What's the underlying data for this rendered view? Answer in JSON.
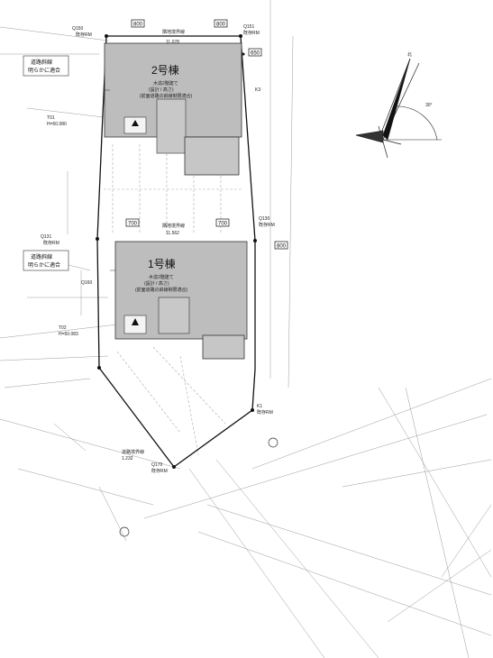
{
  "buildings": [
    {
      "name": "2号棟",
      "lines": [
        "木造2階建て",
        "(設計 / 高さ)",
        "(前面道路の斜線制限適合)"
      ]
    },
    {
      "name": "1号棟",
      "lines": [
        "木造2階建て",
        "(設計 / 高さ)",
        "(前面道路の斜線制限適合)"
      ]
    }
  ],
  "notes": [
    {
      "lines": [
        "道路斜線",
        "明らかに適合"
      ]
    },
    {
      "lines": [
        "道路斜線",
        "明らかに適合"
      ]
    }
  ],
  "dimension_labels": [
    "800",
    "800",
    "650",
    "700",
    "700",
    "800"
  ],
  "boundary_labels": [
    {
      "title": "隣地境界線",
      "value": "11.078"
    },
    {
      "title": "隣地境界線",
      "value": "11.562"
    },
    {
      "title": "道路境界線",
      "value": "1.232"
    }
  ],
  "marks": [
    "Q150",
    "既存RM",
    "Q151",
    "既存RM",
    "Q130",
    "既存RM",
    "Q131",
    "既存RM",
    "Q160",
    "Q170",
    "既存RM",
    "K1",
    "既存RM",
    "K3",
    "T01",
    "H=50.080",
    "T02",
    "H=50.083"
  ],
  "compass": {
    "label": "北",
    "angle": "30°"
  }
}
